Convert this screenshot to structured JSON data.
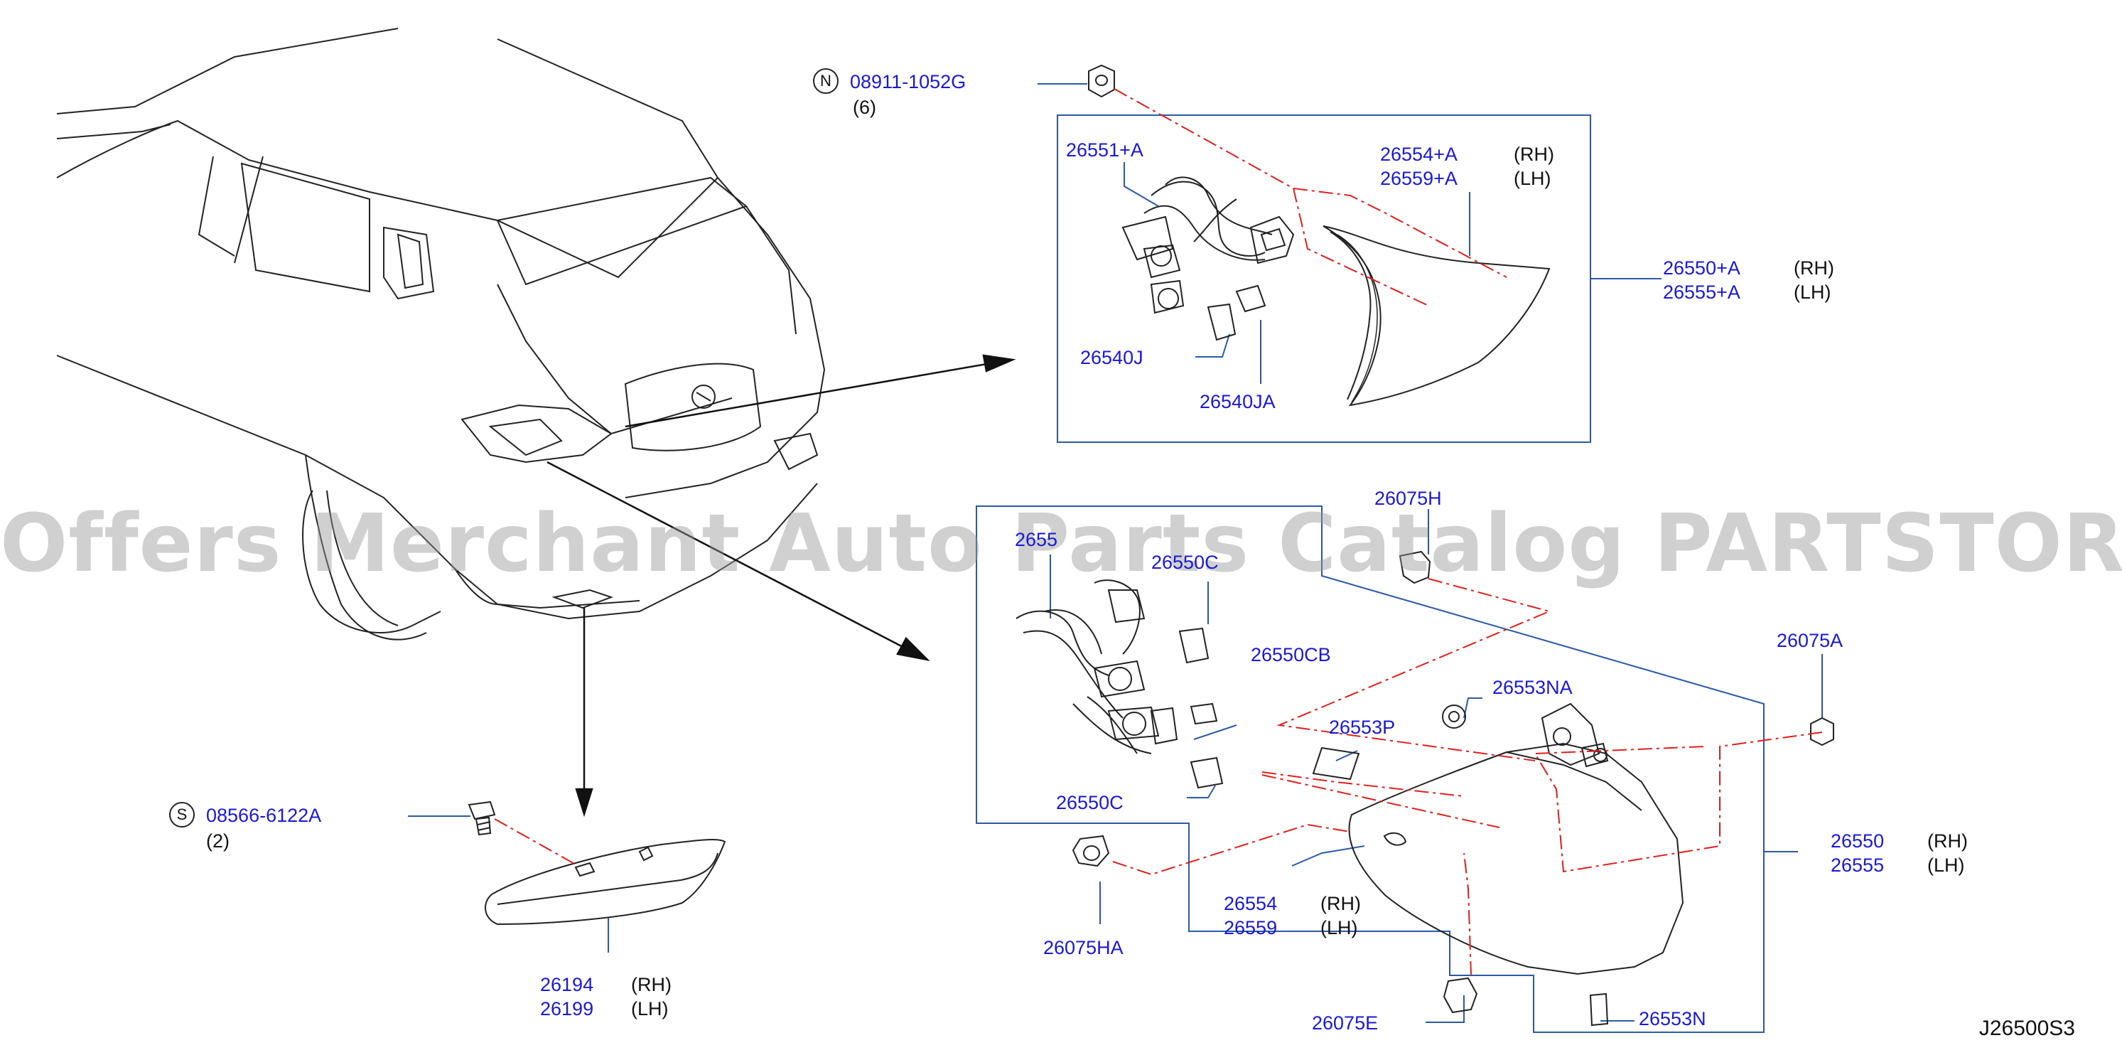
{
  "watermark": "Offers Merchant Auto Parts Catalog PARTSTORE.SA",
  "diagram_ref": "J26500S3",
  "fastener_nut": {
    "symbol": "N",
    "part": "08911-1052G",
    "qty": "(6)"
  },
  "fastener_screw": {
    "symbol": "S",
    "part": "08566-6122A",
    "qty": "(2)"
  },
  "upper_group": {
    "harness": "26551+A",
    "lens_rh": "26554+A",
    "lens_lh": "26559+A",
    "lamp_rh": "26550+A",
    "lamp_lh": "26555+A",
    "bulb_a": "26540J",
    "bulb_b": "26540JA"
  },
  "lower_group": {
    "harness_partial": "2655",
    "socket_partial": "26550C",
    "bulb_cb": "26550CB",
    "bulb_c": "26550C",
    "clip_h": "26075H",
    "clip_ha": "26075HA",
    "clip_a": "26075A",
    "clip_e": "26075E",
    "seal_na": "26553NA",
    "pad_p": "26553P",
    "pad_n": "26553N",
    "lamp_rh": "26550",
    "lamp_lh": "26555",
    "lens_rh": "26554",
    "lens_lh": "26559"
  },
  "reflector": {
    "rh": "26194",
    "lh": "26199"
  },
  "side_rh": "(RH)",
  "side_lh": "(LH)",
  "colors": {
    "part_number": "#1a1ad6",
    "leader": "#2a5aa8",
    "dash": "#e0201c",
    "outline": "#222222"
  }
}
